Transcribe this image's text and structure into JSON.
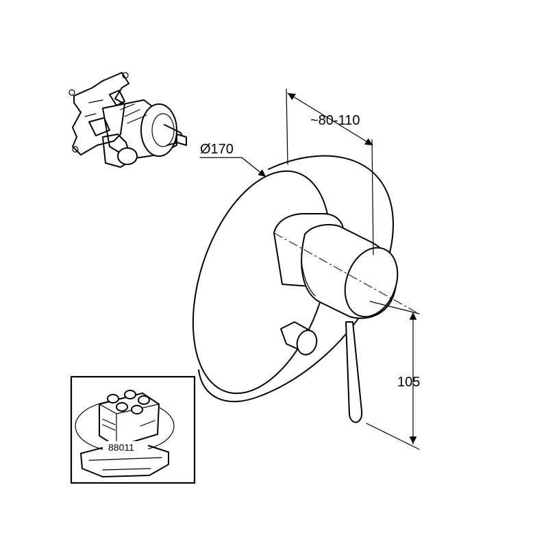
{
  "dimensions": {
    "diameter_label": "Ø170",
    "depth_label": "~80-110",
    "height_label": "105"
  },
  "inset": {
    "part_number": "88011"
  }
}
